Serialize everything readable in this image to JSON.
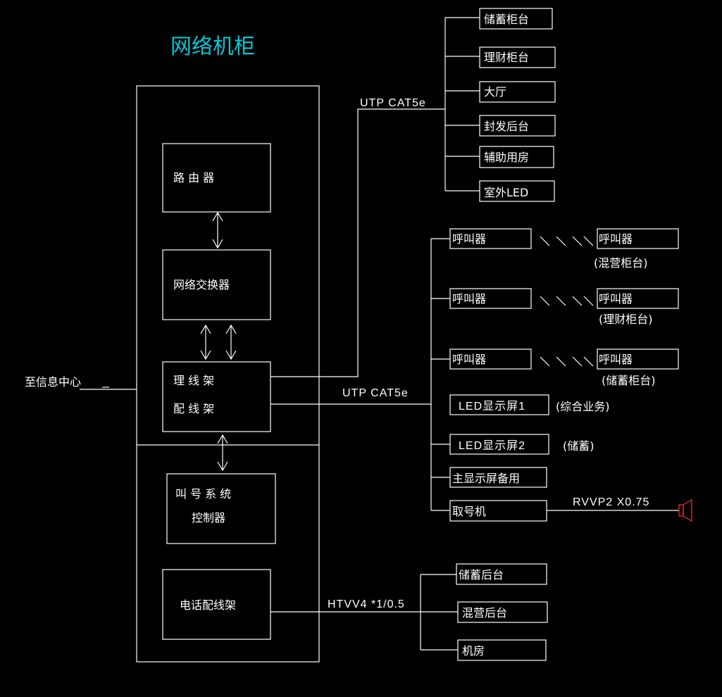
{
  "title": "网络机柜",
  "cabinet": {
    "router": "路  由  器",
    "switch": "网络交换器",
    "patch1": "理  线  架",
    "patch2": "配  线  架",
    "queue_ctrl_1": "叫 号 系 统",
    "queue_ctrl_2": "控制器",
    "phone_frame": "电话配线架"
  },
  "to_info_center": "至信息中心",
  "cables": {
    "utp_top": "UTP CAT5e",
    "utp_mid": "UTP CAT5e",
    "rvvp": "RVVP2 X0.75",
    "htvv": "HTVV4 *1/0.5"
  },
  "top_branches": [
    "储蓄柜台",
    "理财柜台",
    "大厅",
    "封发后台",
    "辅助用房",
    "室外LED"
  ],
  "callers": [
    {
      "left": "呼叫器",
      "right": "呼叫器",
      "note": "(混营柜台)"
    },
    {
      "left": "呼叫器",
      "right": "呼叫器",
      "note": "(理财柜台)"
    },
    {
      "left": "呼叫器",
      "right": "呼叫器",
      "note": "(储蓄柜台)"
    }
  ],
  "displays": [
    {
      "label": "LED显示屏1",
      "note": "(综合业务)"
    },
    {
      "label": "LED显示屏2",
      "note": "(储蓄)"
    },
    {
      "label": "主显示屏备用",
      "note": ""
    },
    {
      "label": "取号机",
      "note": ""
    }
  ],
  "phone_branches": [
    "储蓄后台",
    "混营后台",
    "机房"
  ],
  "icons": {
    "speaker": "speaker-icon",
    "arrows": "double-arrow-icon"
  }
}
